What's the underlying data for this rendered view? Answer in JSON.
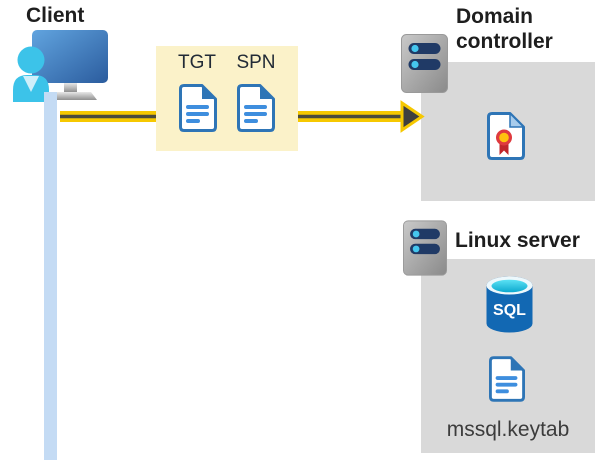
{
  "diagram": {
    "client": {
      "label": "Client"
    },
    "tickets": {
      "tgt_label": "TGT",
      "spn_label": "SPN"
    },
    "domain_controller": {
      "label_line1": "Domain",
      "label_line2": "controller"
    },
    "linux_server": {
      "label": "Linux server",
      "database_label": "SQL",
      "keytab_label": "mssql.keytab"
    }
  },
  "colors": {
    "ticket_box_yellow": "#FBF2C9",
    "arrow_yellow": "#F6C800",
    "arrow_core_dark": "#4A4A3C",
    "panel_gray": "#D9D9D9",
    "document_blue": "#2E75B6",
    "document_line_blue": "#3E8EDE",
    "timeline_blue": "#C4DBF4",
    "person_cyan": "#3CC3E9",
    "monitor_blue_light": "#61A4DF",
    "monitor_blue_dark": "#2B5C9E",
    "server_pill_navy": "#203A66",
    "server_dot_cyan": "#45C6EE",
    "sql_body_blue": "#1268B3",
    "sql_top_cyan": "#35CFEC",
    "certificate_red": "#DF3A3E",
    "certificate_yellow": "#FFC20E",
    "heading_text": "#1E1E1E"
  }
}
